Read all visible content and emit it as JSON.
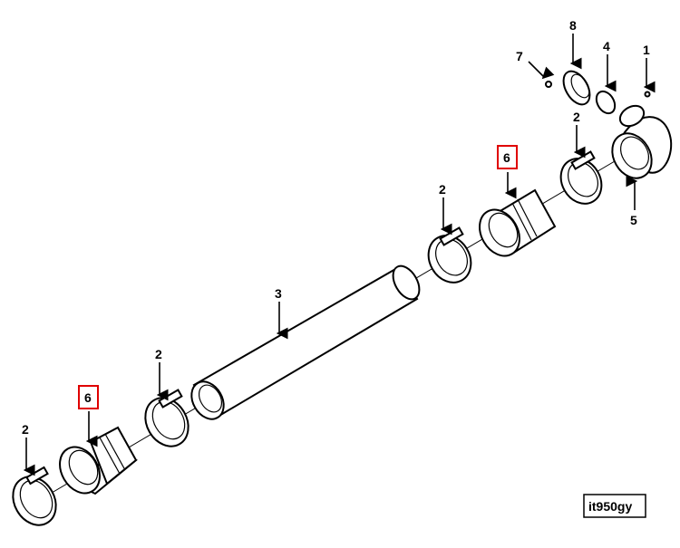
{
  "callouts": {
    "c1": "1",
    "c2a": "2",
    "c2b": "2",
    "c2c": "2",
    "c2d": "2",
    "c3": "3",
    "c4": "4",
    "c5": "5",
    "c6a": "6",
    "c6b": "6",
    "c7": "7",
    "c8": "8"
  },
  "figure_id": "it950gy",
  "colors": {
    "highlight_box": "#e00000",
    "line": "#000000"
  }
}
